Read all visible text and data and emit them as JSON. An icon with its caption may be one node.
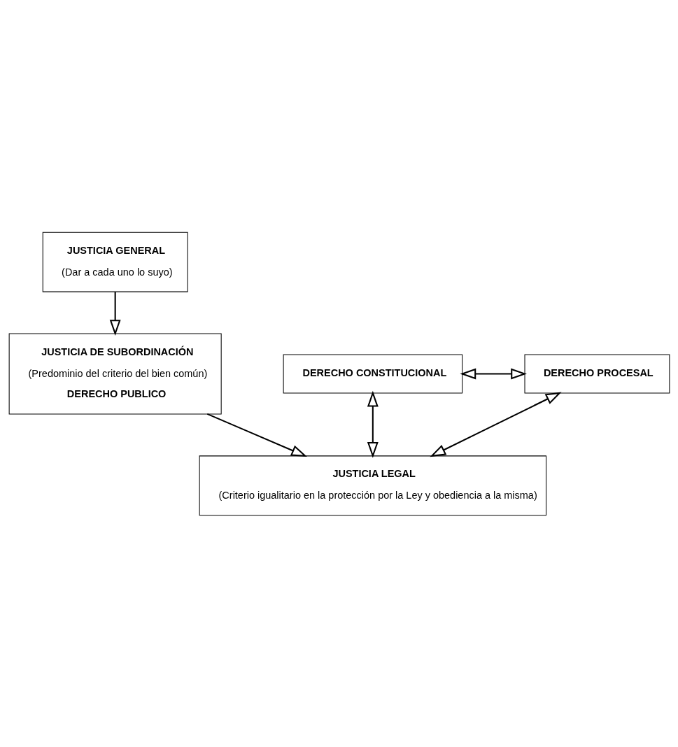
{
  "diagram": {
    "nodes": [
      {
        "text": [
          "JUSTICIA GENERAL",
          "(Dar a cada uno lo suyo)"
        ]
      },
      {
        "text": [
          "JUSTICIA DE SUBORDINACIÓN",
          "(Predominio del criterio del bien común)",
          "DERECHO PUBLICO"
        ]
      },
      {
        "text": [
          "JUSTICIA LEGAL",
          "(Criterio igualitario en la protección por la Ley y obediencia a la misma)"
        ]
      },
      {
        "text": [
          "DERECHO CONSTITUCIONAL"
        ]
      },
      {
        "text": [
          "DERECHO PROCESAL"
        ]
      }
    ],
    "edges": [
      {
        "from": 0,
        "to": 1,
        "arrow": "to"
      },
      {
        "from": 1,
        "to": 2,
        "arrow": "to"
      },
      {
        "from": 3,
        "to": 2,
        "arrow": "both"
      },
      {
        "from": 4,
        "to": 2,
        "arrow": "both"
      },
      {
        "from": 3,
        "to": 4,
        "arrow": "both"
      }
    ]
  }
}
